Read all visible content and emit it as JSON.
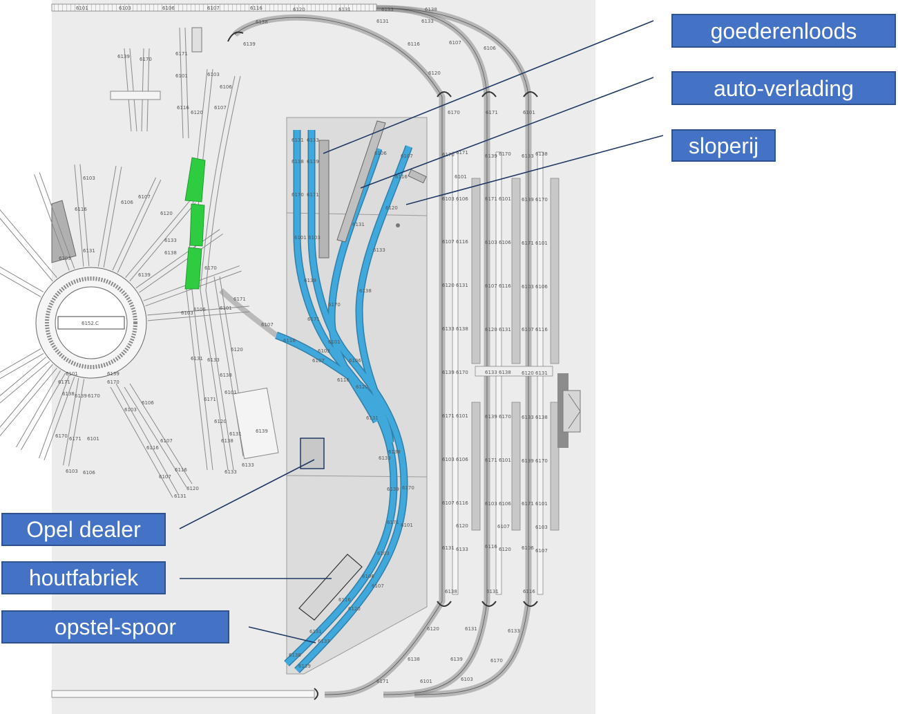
{
  "labels": {
    "goederenloods": "goederenloods",
    "auto_verlading": "auto-verlading",
    "sloperij": "sloperij",
    "opel_dealer": "Opel dealer",
    "houtfabriek": "houtfabriek",
    "opstel_spoor": "opstel-spoor"
  },
  "turntable_label": "6152.C",
  "track_numbers": [
    "6101",
    "6103",
    "6106",
    "6107",
    "6116",
    "6120",
    "6131",
    "6133",
    "6138",
    "6139",
    "6170",
    "6171"
  ],
  "colors": {
    "label_fill": "#4472c4",
    "label_border": "#2f528f",
    "highlight_blue": "#41a8dc",
    "highlight_green": "#2ecc40",
    "baseplate": "#ececec",
    "yard_plate": "#dedede",
    "leader_line": "#1f3864"
  }
}
